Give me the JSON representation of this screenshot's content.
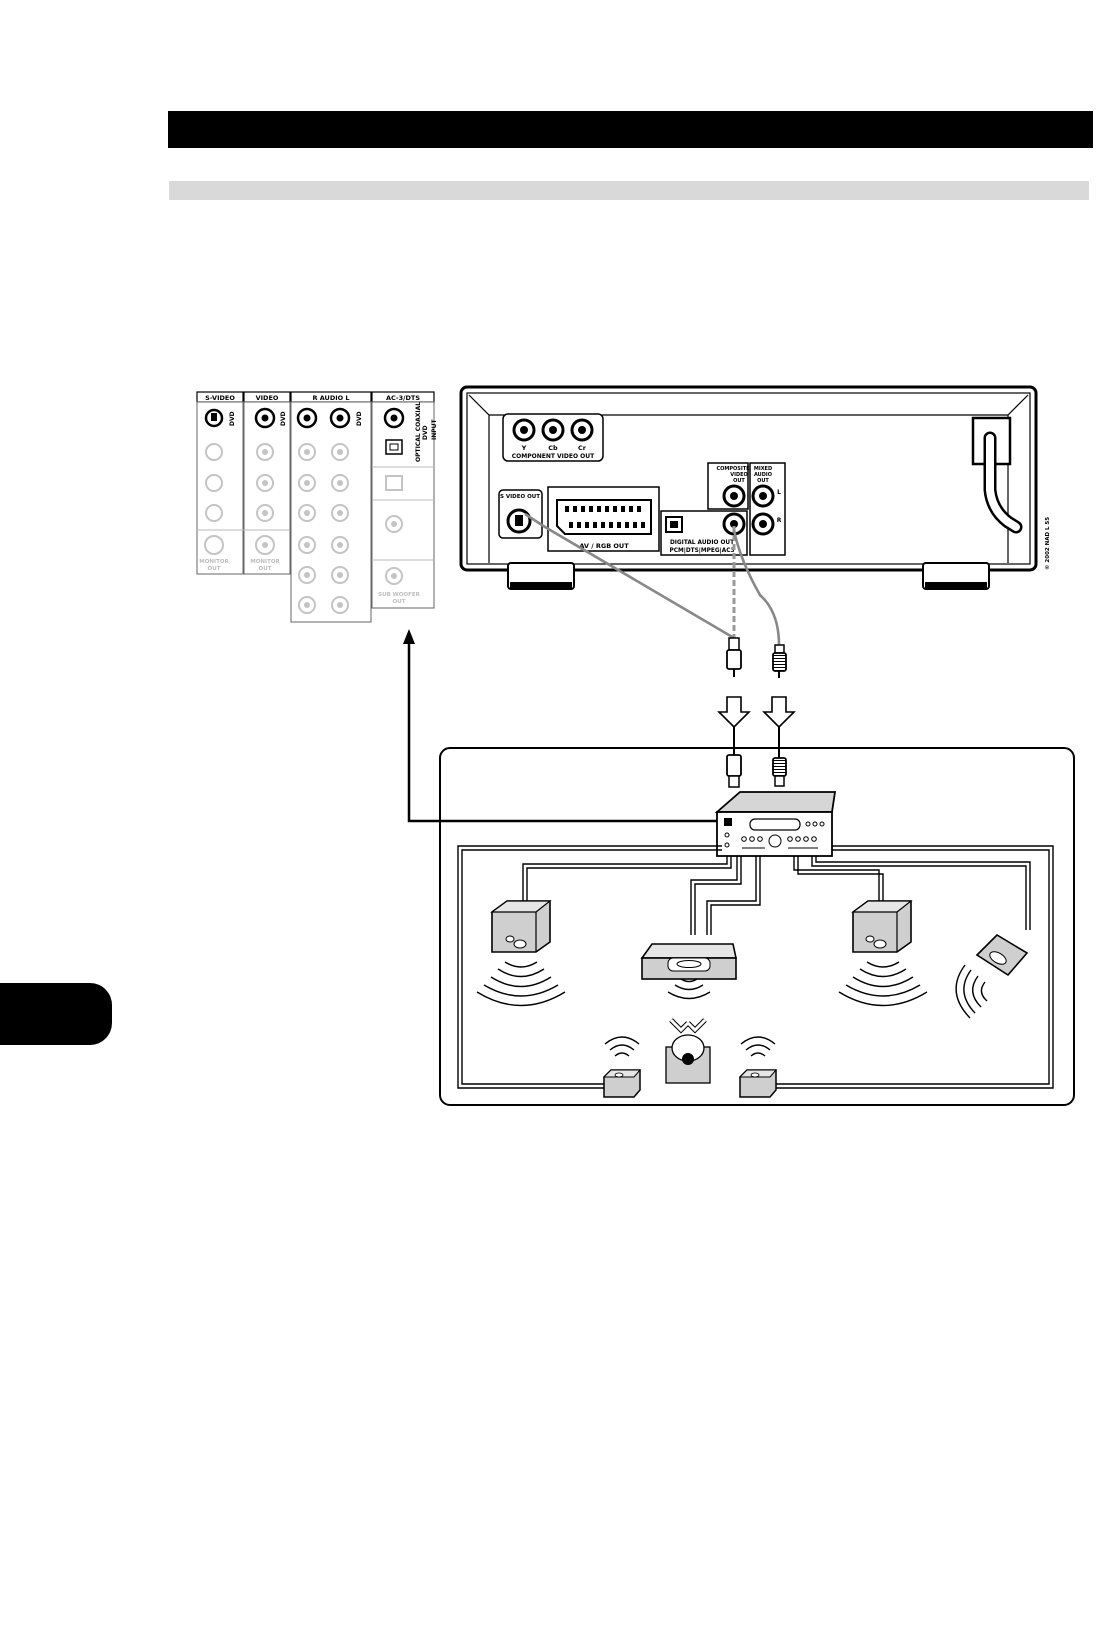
{
  "receiver_panel": {
    "col_headers": [
      "S-VIDEO",
      "VIDEO",
      "R AUDIO L",
      "AC-3/DTS"
    ],
    "dvd_label": "DVD",
    "optical_coaxial": "OPTICAL COAXIAL",
    "optical_dvd": "DVD",
    "input_label": "INPUT",
    "monitor_out": "MONITOR",
    "monitor_out_2": "OUT",
    "sub_woofer": "SUB WOOFER",
    "sub_woofer_2": "OUT"
  },
  "player_panel": {
    "component_y": "Y",
    "component_cb": "Cb",
    "component_cr": "Cr",
    "component_label": "COMPONENT VIDEO OUT",
    "s_video_out": "S VIDEO OUT",
    "av_rgb_out": "AV / RGB OUT",
    "composite_1": "COMPOSITE",
    "composite_2": "VIDEO",
    "composite_3": "OUT",
    "mixed_1": "MIXED",
    "mixed_2": "AUDIO",
    "mixed_3": "OUT",
    "l": "L",
    "r": "R",
    "digital_audio_out": "DIGITAL AUDIO OUT",
    "digital_formats": "PCM|DTS|MPEG|AC3",
    "copyright": "© 2002 NAD L 55"
  },
  "colors": {
    "header": "#000000",
    "subheader": "#d9d9d9",
    "cable": "#999999",
    "device_fill": "#cfcfcf"
  }
}
